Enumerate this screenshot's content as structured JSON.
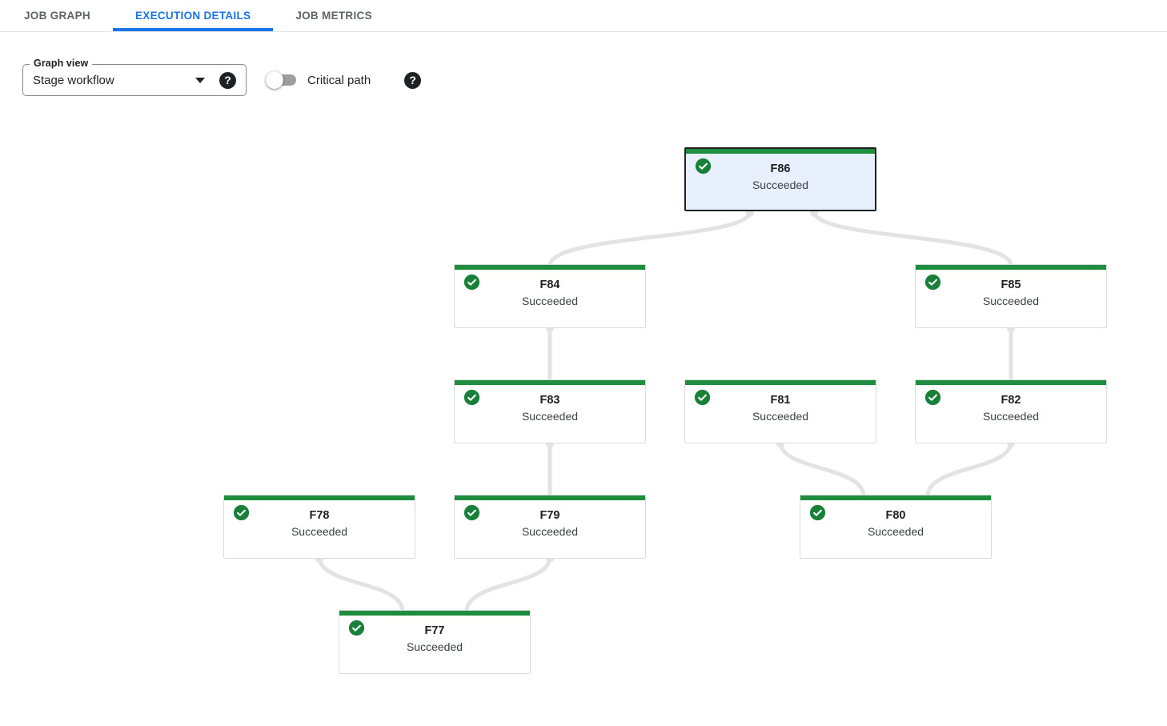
{
  "tabs": [
    {
      "label": "JOB GRAPH",
      "active": false
    },
    {
      "label": "EXECUTION DETAILS",
      "active": true
    },
    {
      "label": "JOB METRICS",
      "active": false
    }
  ],
  "controls": {
    "graph_view": {
      "label": "Graph view",
      "value": "Stage workflow"
    },
    "critical_path": {
      "label": "Critical path",
      "enabled": false
    }
  },
  "icons": {
    "help": "?",
    "check_circle": "check-circle"
  },
  "colors": {
    "tab_active_blue": "#1a73e8",
    "tab_inactive_gray": "#5f6368",
    "success_green_bar": "#1e8e3e",
    "check_circle_green": "#188038",
    "selected_node_fill": "#e8f0fe",
    "selected_node_border": "#1d2024",
    "node_border": "#dadce0",
    "edge_gray": "#e3e3e3"
  },
  "graph": {
    "nodes": [
      {
        "id": "F86",
        "status": "Succeeded",
        "selected": true
      },
      {
        "id": "F84",
        "status": "Succeeded",
        "selected": false
      },
      {
        "id": "F85",
        "status": "Succeeded",
        "selected": false
      },
      {
        "id": "F83",
        "status": "Succeeded",
        "selected": false
      },
      {
        "id": "F81",
        "status": "Succeeded",
        "selected": false
      },
      {
        "id": "F82",
        "status": "Succeeded",
        "selected": false
      },
      {
        "id": "F78",
        "status": "Succeeded",
        "selected": false
      },
      {
        "id": "F79",
        "status": "Succeeded",
        "selected": false
      },
      {
        "id": "F80",
        "status": "Succeeded",
        "selected": false
      },
      {
        "id": "F77",
        "status": "Succeeded",
        "selected": false
      }
    ],
    "edges": [
      {
        "from": "F86",
        "to": "F84"
      },
      {
        "from": "F86",
        "to": "F85"
      },
      {
        "from": "F84",
        "to": "F83"
      },
      {
        "from": "F85",
        "to": "F82"
      },
      {
        "from": "F83",
        "to": "F79"
      },
      {
        "from": "F81",
        "to": "F80"
      },
      {
        "from": "F82",
        "to": "F80"
      },
      {
        "from": "F78",
        "to": "F77"
      },
      {
        "from": "F79",
        "to": "F77"
      }
    ]
  }
}
